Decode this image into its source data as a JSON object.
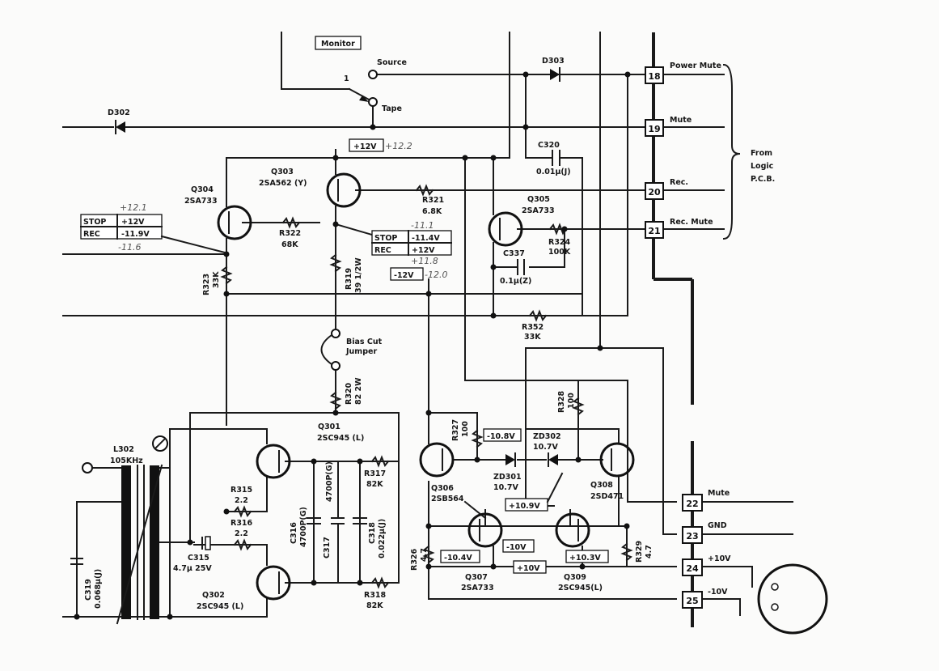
{
  "header": {
    "monitor": "Monitor",
    "source": "Source",
    "tape": "Tape",
    "switch_pos": "1"
  },
  "from_logic": {
    "line1": "From",
    "line2": "Logic",
    "line3": "P.C.B."
  },
  "pins": [
    {
      "num": "18",
      "label": "Power Mute"
    },
    {
      "num": "19",
      "label": "Mute"
    },
    {
      "num": "20",
      "label": "Rec."
    },
    {
      "num": "21",
      "label": "Rec. Mute"
    },
    {
      "num": "22",
      "label": "Mute"
    },
    {
      "num": "23",
      "label": "GND"
    },
    {
      "num": "24",
      "label": "+10V"
    },
    {
      "num": "25",
      "label": "-10V"
    }
  ],
  "diodes": {
    "d303": "D303",
    "d302": "D302",
    "zd301": {
      "name": "ZD301",
      "value": "10.7V"
    },
    "zd302": {
      "name": "ZD302",
      "value": "10.7V"
    }
  },
  "capacitors": {
    "c320": {
      "name": "C320",
      "value": "0.01μ(J)"
    },
    "c337": {
      "name": "C337",
      "value": "0.1μ(Z)"
    },
    "c319": {
      "name": "C319",
      "value": "0.068μ(J)"
    },
    "c315": {
      "name": "C315",
      "value": "4.7μ 25V"
    },
    "c316": {
      "name": "C316",
      "value": "4700P(G)"
    },
    "c317": {
      "name": "C317",
      "value": "4700P(G)"
    },
    "c318": {
      "name": "C318",
      "value": "0.022μ(J)"
    }
  },
  "resistors": {
    "r321": {
      "name": "R321",
      "value": "6.8K"
    },
    "r322": {
      "name": "R322",
      "value": "68K"
    },
    "r323": {
      "name": "R323",
      "value": "33K"
    },
    "r319": {
      "name": "R319",
      "value": "39 1/2W"
    },
    "r324": {
      "name": "R324",
      "value": "100K"
    },
    "r352": {
      "name": "R352",
      "value": "33K"
    },
    "r320": {
      "name": "R320",
      "value": "82 2W"
    },
    "r327": {
      "name": "R327",
      "value": "100"
    },
    "r328": {
      "name": "R328",
      "value": "100"
    },
    "r315": {
      "name": "R315",
      "value": "2.2"
    },
    "r316": {
      "name": "R316",
      "value": "2.2"
    },
    "r317": {
      "name": "R317",
      "value": "82K"
    },
    "r318": {
      "name": "R318",
      "value": "82K"
    },
    "r326": {
      "name": "R326",
      "value": "4.7"
    },
    "r329": {
      "name": "R329",
      "value": "4.7"
    }
  },
  "transistors": {
    "q303": {
      "name": "Q303",
      "type": "2SA562 (Y)"
    },
    "q304": {
      "name": "Q304",
      "type": "2SA733"
    },
    "q305": {
      "name": "Q305",
      "type": "2SA733"
    },
    "q301": {
      "name": "Q301",
      "type": "2SC945 (L)"
    },
    "q302": {
      "name": "Q302",
      "type": "2SC945 (L)"
    },
    "q306": {
      "name": "Q306",
      "type": "2SB564"
    },
    "q307": {
      "name": "Q307",
      "type": "2SA733"
    },
    "q308": {
      "name": "Q308",
      "type": "2SD471"
    },
    "q309": {
      "name": "Q309",
      "type": "2SC945(L)"
    }
  },
  "coil": {
    "name": "L302",
    "freq": "105KHz"
  },
  "jumper": {
    "line1": "Bias Cut",
    "line2": "Jumper"
  },
  "voltage_tags": {
    "top": "+12V",
    "top_hand": "+12.2",
    "q304_stop_k": "STOP",
    "q304_stop_v": "+12V",
    "q304_rec_k": "REC",
    "q304_rec_v": "-11.9V",
    "q304_hand1": "+12.1",
    "q304_hand2": "-11.6",
    "q303_stop_k": "STOP",
    "q303_stop_v": "-11.4V",
    "q303_rec_k": "REC",
    "q303_rec_v": "+12V",
    "q303_hand1": "-11.1",
    "q303_hand2": "+11.8",
    "neg12": "-12V",
    "neg12_hand": "-12.0",
    "neg108": "-10.8V",
    "pos109": "+10.9V",
    "neg10": "-10V",
    "neg104": "-10.4V",
    "pos10": "+10V",
    "pos103": "+10.3V"
  }
}
